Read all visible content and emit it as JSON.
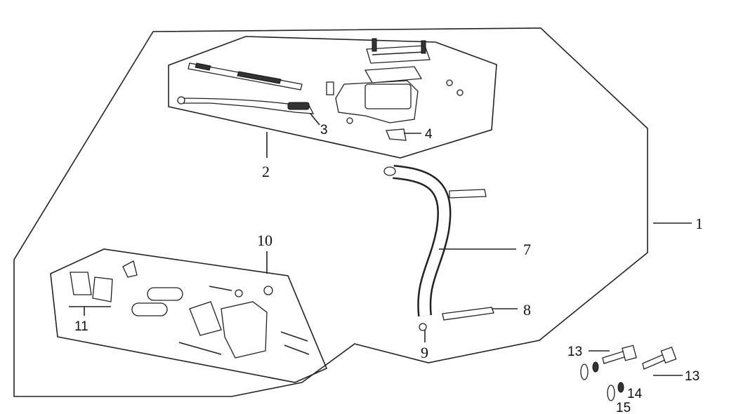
{
  "diagram": {
    "title": "Front brake master cylinder and caliper assembly",
    "callouts": {
      "c1": "1",
      "c2": "2",
      "c3": "3",
      "c4": "4",
      "c7": "7",
      "c8": "8",
      "c9": "9",
      "c10": "10",
      "c11": "11",
      "c13a": "13",
      "c13b": "13",
      "c14": "14",
      "c15": "15"
    }
  }
}
